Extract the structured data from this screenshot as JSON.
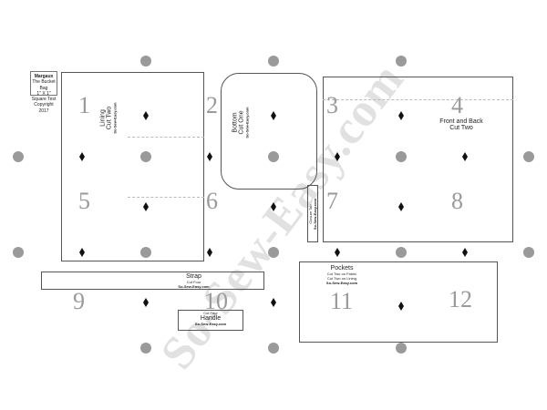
{
  "info_box": {
    "title": "Margaux",
    "line1": "The Bucket Bag",
    "line2": "1\" X 1\" Square Test",
    "line3": "Copyright 2017"
  },
  "pieces": {
    "lining": {
      "name": "Lining",
      "cut": "Cut Two",
      "brand": "So-Sew-Easy.com"
    },
    "bottom": {
      "name": "Bottom",
      "cut": "Cut One",
      "brand": "So-Sew-Easy.com"
    },
    "front_back": {
      "name": "Front and Back",
      "cut": "Cut Two"
    },
    "strap": {
      "name": "Strap",
      "cut": "Cut Four",
      "brand": "So-Sew-Easy.com"
    },
    "handle": {
      "name": "Handle",
      "cut": "Cut Four",
      "brand": "So-Sew-Easy.com"
    },
    "pockets": {
      "name": "Pockets",
      "cut1": "Cut Two on Fabric",
      "cut2": "Cut Two on Lining",
      "brand": "So-Sew-Easy.com"
    },
    "tab": {
      "name": "Closure Tab",
      "brand": "So-Sew-Easy.com"
    }
  },
  "page_numbers": [
    "1",
    "2",
    "3",
    "4",
    "5",
    "6",
    "7",
    "8",
    "9",
    "10",
    "11",
    "12"
  ],
  "watermark": "So-Sew-Easy.com",
  "colors": {
    "dot": "#9a9a9a",
    "outline": "#555555",
    "watermark": "#aaaaaa"
  }
}
